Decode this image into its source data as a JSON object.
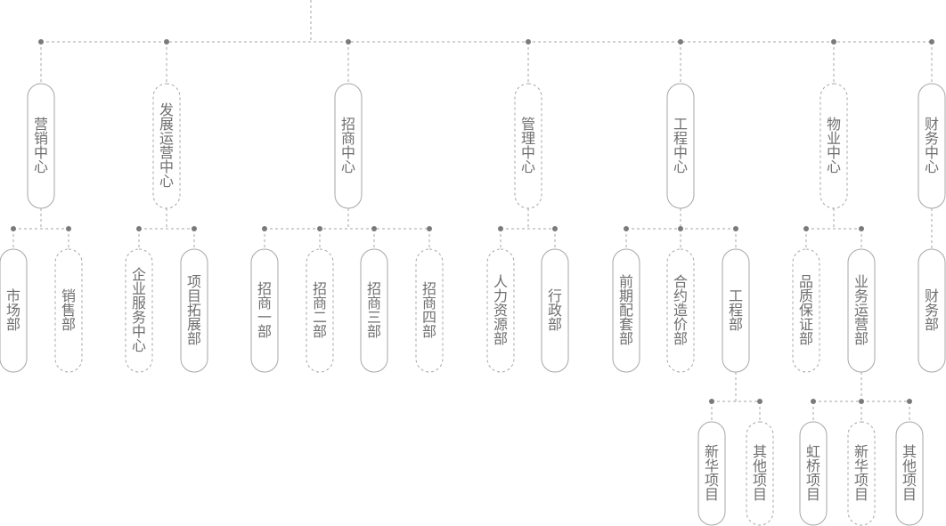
{
  "chart": {
    "line_color": "#a6a6a6",
    "text_color": "#6f6f6f",
    "dot_color": "#7a7a7a"
  },
  "centers": [
    {
      "id": "marketing-center",
      "label": "营销中心",
      "children": [
        {
          "id": "market-dept",
          "label": "市场部"
        },
        {
          "id": "sales-dept",
          "label": "销售部"
        }
      ]
    },
    {
      "id": "development-center",
      "label": "发展运营中心",
      "children": [
        {
          "id": "enterprise-service-center",
          "label": "企业服务中心"
        },
        {
          "id": "project-expansion-dept",
          "label": "项目拓展部"
        }
      ]
    },
    {
      "id": "investment-center",
      "label": "招商中心",
      "children": [
        {
          "id": "investment-dept-1",
          "label": "招商一部"
        },
        {
          "id": "investment-dept-2",
          "label": "招商二部"
        },
        {
          "id": "investment-dept-3",
          "label": "招商三部"
        },
        {
          "id": "investment-dept-4",
          "label": "招商四部"
        }
      ]
    },
    {
      "id": "management-center",
      "label": "管理中心",
      "children": [
        {
          "id": "hr-dept",
          "label": "人力资源部"
        },
        {
          "id": "admin-dept",
          "label": "行政部"
        }
      ]
    },
    {
      "id": "engineering-center",
      "label": "工程中心",
      "children": [
        {
          "id": "preliminary-dept",
          "label": "前期配套部"
        },
        {
          "id": "contract-cost-dept",
          "label": "合约造价部"
        },
        {
          "id": "engineering-dept",
          "label": "工程部",
          "children": [
            {
              "id": "xinhua-project-a",
              "label": "新华项目"
            },
            {
              "id": "other-project-a",
              "label": "其他项目"
            }
          ]
        }
      ]
    },
    {
      "id": "property-center",
      "label": "物业中心",
      "children": [
        {
          "id": "quality-dept",
          "label": "品质保证部"
        },
        {
          "id": "business-operation-dept",
          "label": "业务运营部",
          "children": [
            {
              "id": "hongqiao-project",
              "label": "虹桥项目"
            },
            {
              "id": "xinhua-project-b",
              "label": "新华项目"
            },
            {
              "id": "other-project-b",
              "label": "其他项目"
            }
          ]
        }
      ]
    },
    {
      "id": "finance-center",
      "label": "财务中心",
      "children": [
        {
          "id": "finance-dept",
          "label": "财务部"
        }
      ]
    }
  ]
}
